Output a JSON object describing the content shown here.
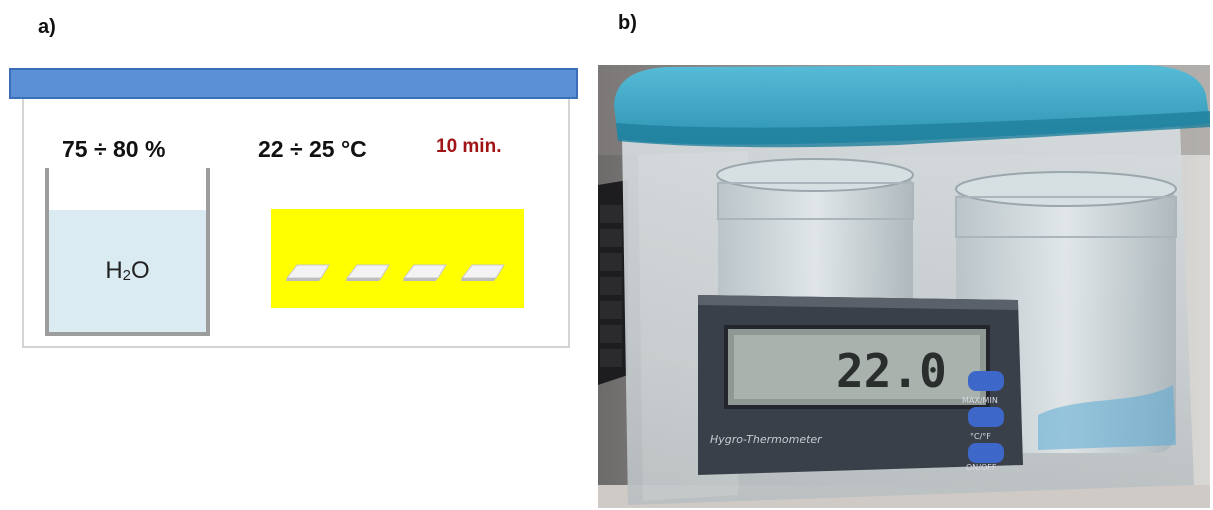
{
  "panels": {
    "a": {
      "label": "a)",
      "humidity": "75 ÷ 80 %",
      "temperature": "22 ÷ 25 °C",
      "duration": "10 min.",
      "water": {
        "main": "H",
        "sub": "2",
        "tail": "O"
      },
      "sample_count": 4,
      "colors": {
        "lid": "#5b8fd6",
        "water": "#daecf2",
        "tray": "#ffff00",
        "duration_text": "#a01515"
      }
    },
    "b": {
      "label": "b)",
      "device_label": "Hygro-Thermometer",
      "display_reading": "22.0",
      "buttons": [
        "MAX/MIN",
        "°C/°F",
        "ON/OFF"
      ],
      "colors": {
        "lid": "#3aa6c4",
        "device": "#3a404a"
      }
    }
  }
}
